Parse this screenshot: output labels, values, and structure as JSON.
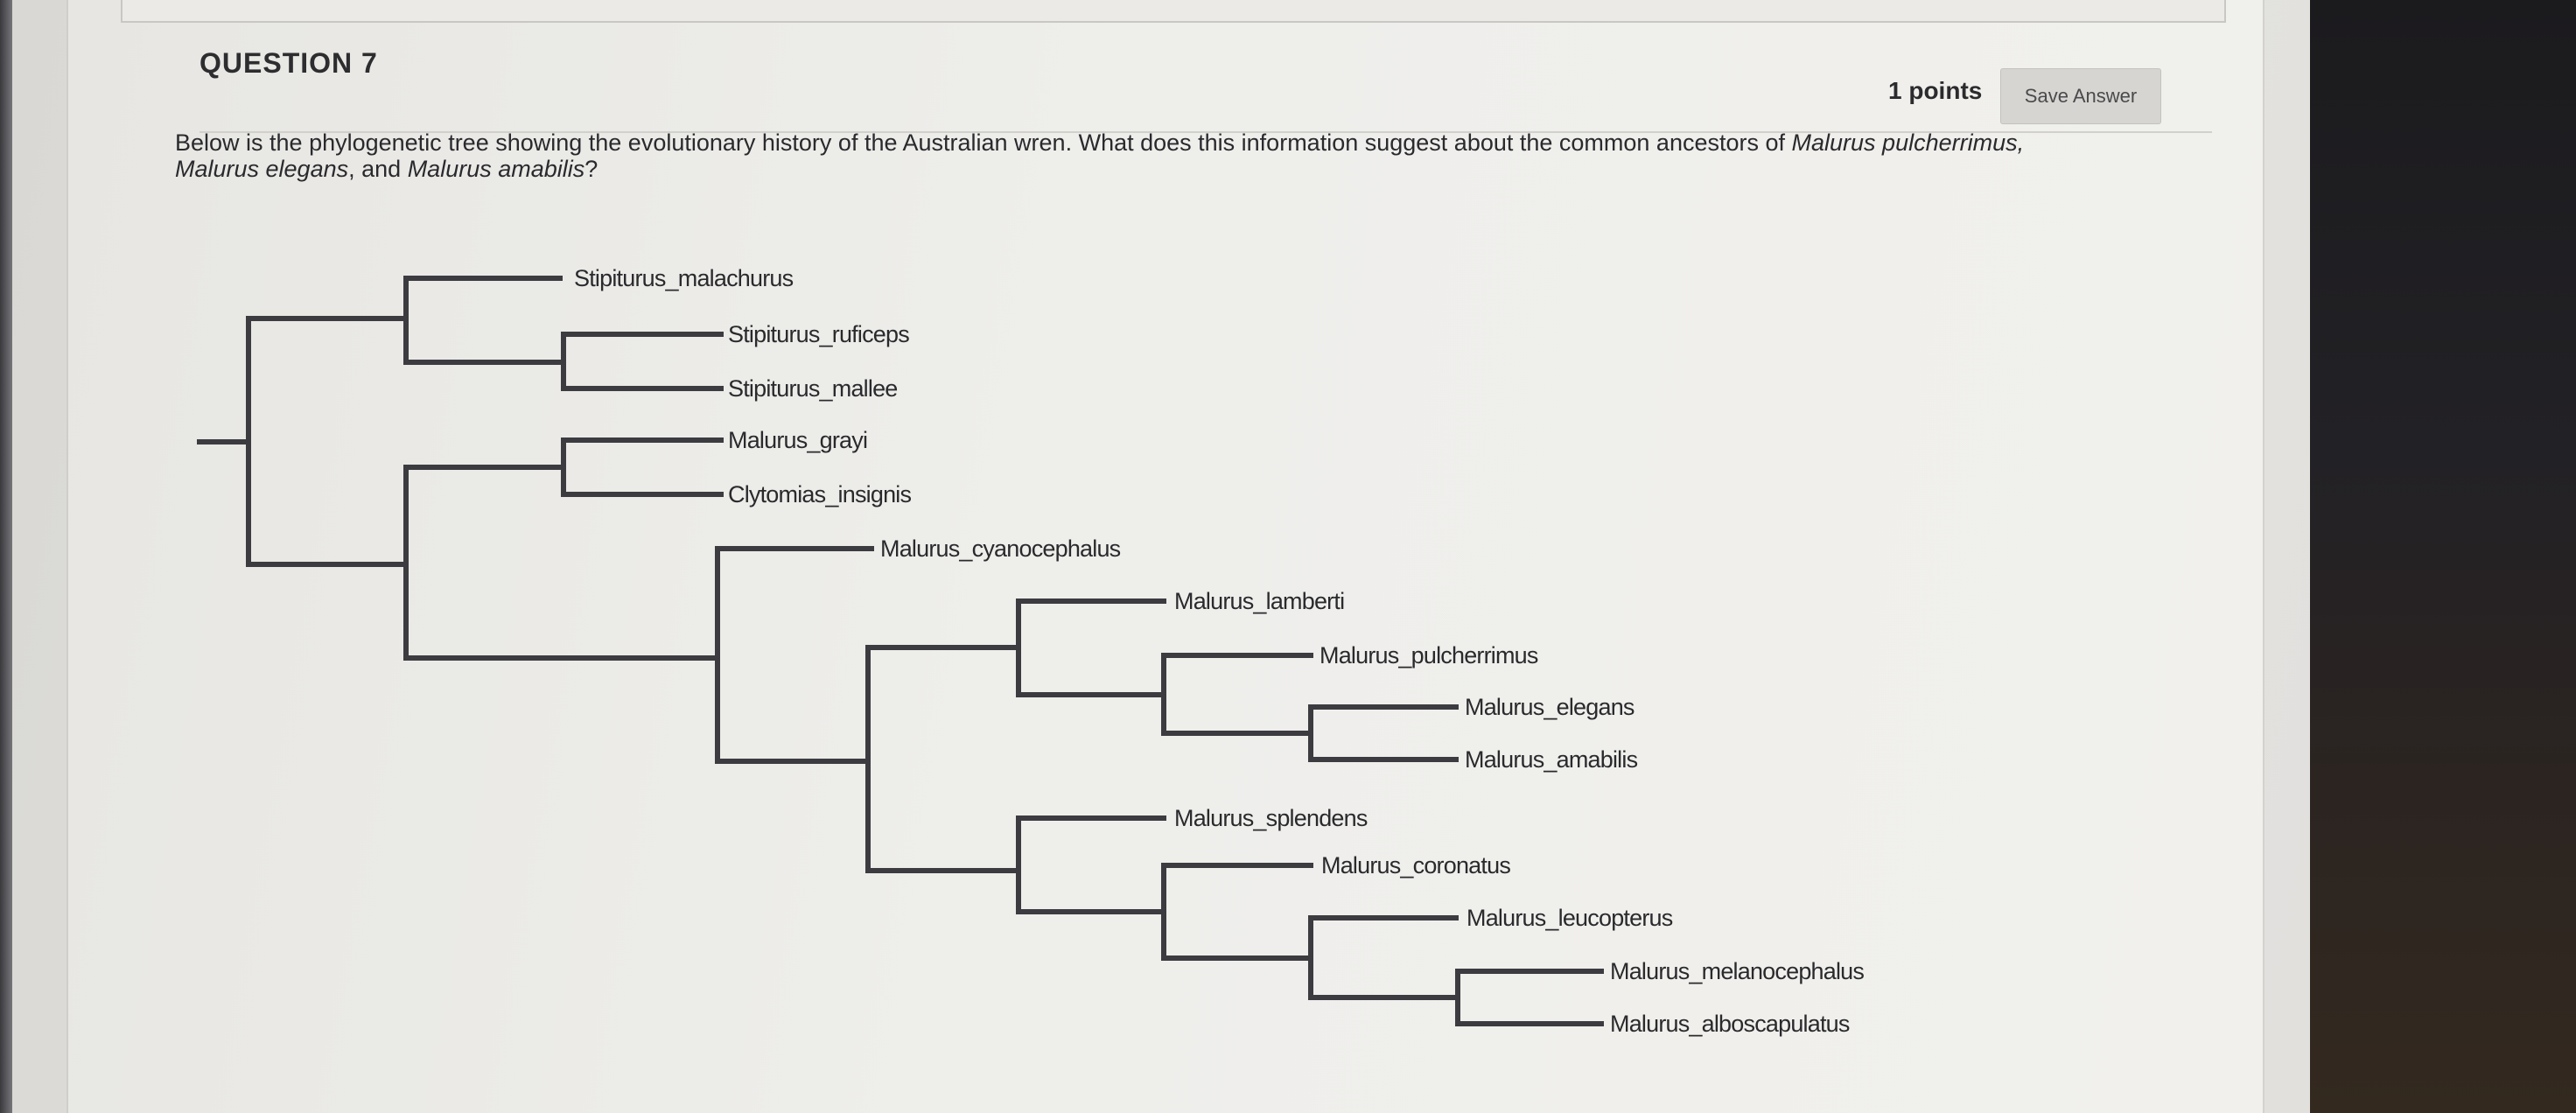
{
  "question": {
    "title": "QUESTION 7",
    "points": "1 points",
    "save_label": "Save Answer",
    "text_part1": "Below is the phylogenetic tree showing the evolutionary history of the Australian wren. What does this information suggest about the common ancestors of ",
    "species_a": "Malurus pulcherrimus,",
    "line2_species_b": "Malurus elegans",
    "text_and": ", and ",
    "species_c": "Malurus amabilis",
    "text_end": "?"
  },
  "tree": {
    "leaves": [
      "Stipiturus_malachurus",
      "Stipiturus_ruficeps",
      "Stipiturus_mallee",
      "Malurus_grayi",
      "Clytomias_insignis",
      "Malurus_cyanocephalus",
      "Malurus_lamberti",
      "Malurus_pulcherrimus",
      "Malurus_elegans",
      "Malurus_amabilis",
      "Malurus_splendens",
      "Malurus_coronatus",
      "Malurus_leucopterus",
      "Malurus_melanocephalus",
      "Malurus_alboscapulatus"
    ],
    "line_color": "#3c3b40"
  }
}
